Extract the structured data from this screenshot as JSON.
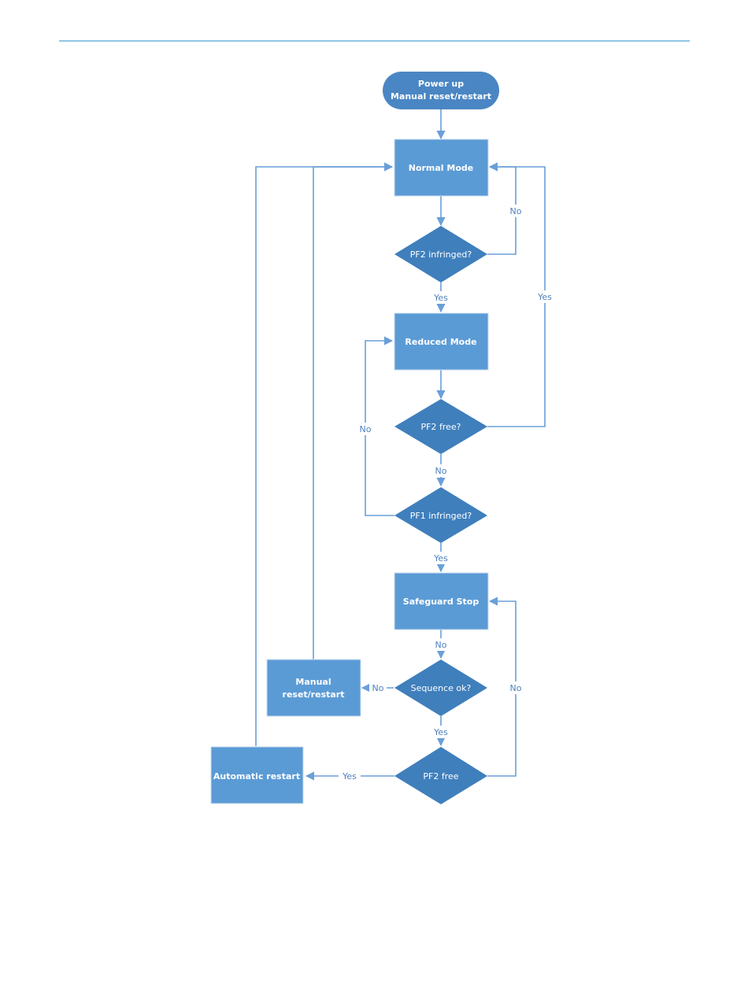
{
  "colors": {
    "header_rule": "#4aa3d4",
    "process_fill": "#5b9bd5",
    "terminator_fill": "#4a86c4",
    "decision_fill": "#3f7fbc",
    "connector": "#6a9fd8",
    "label_text": "#4f81bd"
  },
  "nodes": {
    "start": {
      "line1": "Power up",
      "line2": "Manual reset/restart"
    },
    "normal_mode": {
      "label": "Normal Mode"
    },
    "pf2_infringed": {
      "label": "PF2 infringed?"
    },
    "reduced_mode": {
      "label": "Reduced Mode"
    },
    "pf2_free_q": {
      "label": "PF2 free?"
    },
    "pf1_infringed": {
      "label": "PF1 infringed?"
    },
    "safeguard_stop": {
      "label": "Safeguard Stop"
    },
    "sequence_ok": {
      "label": "Sequence ok?"
    },
    "manual_reset": {
      "line1": "Manual",
      "line2": "reset/restart"
    },
    "pf2_free": {
      "label": "PF2 free"
    },
    "automatic_restart": {
      "label": "Automatic restart"
    }
  },
  "edges": {
    "pf2_infringed_no": "No",
    "pf2_infringed_yes": "Yes",
    "pf2_free_q_yes": "Yes",
    "pf2_free_q_no": "No",
    "pf1_infringed_no": "No",
    "pf1_infringed_yes": "Yes",
    "safeguard_to_sequence": "No",
    "sequence_no": "No",
    "sequence_yes": "Yes",
    "pf2_free_no": "No",
    "pf2_free_yes": "Yes"
  }
}
